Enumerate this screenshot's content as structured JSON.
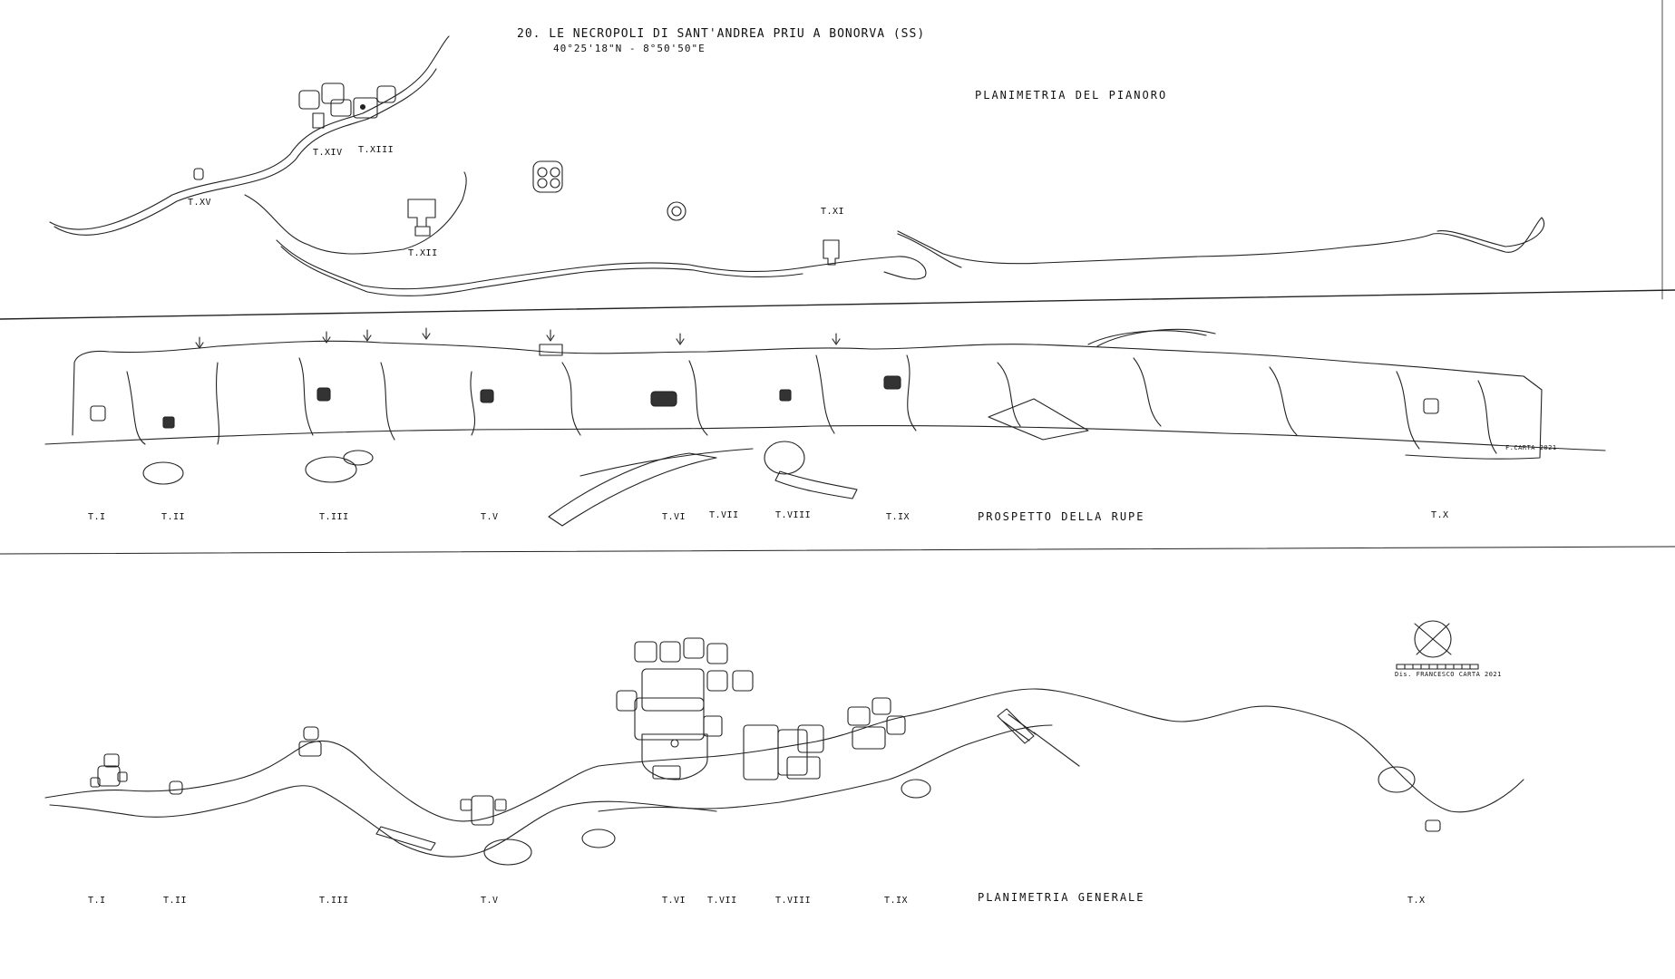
{
  "header": {
    "title": "20. LE NECROPOLI DI SANT'ANDREA PRIU A BONORVA (SS)",
    "coordinates": "40°25'18\"N - 8°50'50\"E"
  },
  "sections": {
    "planimetria_pianoro": "PLANIMETRIA DEL PIANORO",
    "prospetto_rupe": "PROSPETTO DELLA RUPE",
    "planimetria_generale": "PLANIMETRIA GENERALE"
  },
  "pianoro_labels": [
    "T.XIV",
    "T.XIII",
    "T.XV",
    "T.XII",
    "T.XI"
  ],
  "rupe_labels": [
    "T.I",
    "T.II",
    "T.III",
    "T.V",
    "T.VI",
    "T.VII",
    "T.VIII",
    "T.IX",
    "T.X"
  ],
  "generale_labels": [
    "T.I",
    "T.II",
    "T.III",
    "T.V",
    "T.VI",
    "T.VII",
    "T.VIII",
    "T.IX",
    "T.X"
  ],
  "signature": "F.CARTA 2021",
  "scale_caption": "Dis. FRANCESCO CARTA 2021"
}
